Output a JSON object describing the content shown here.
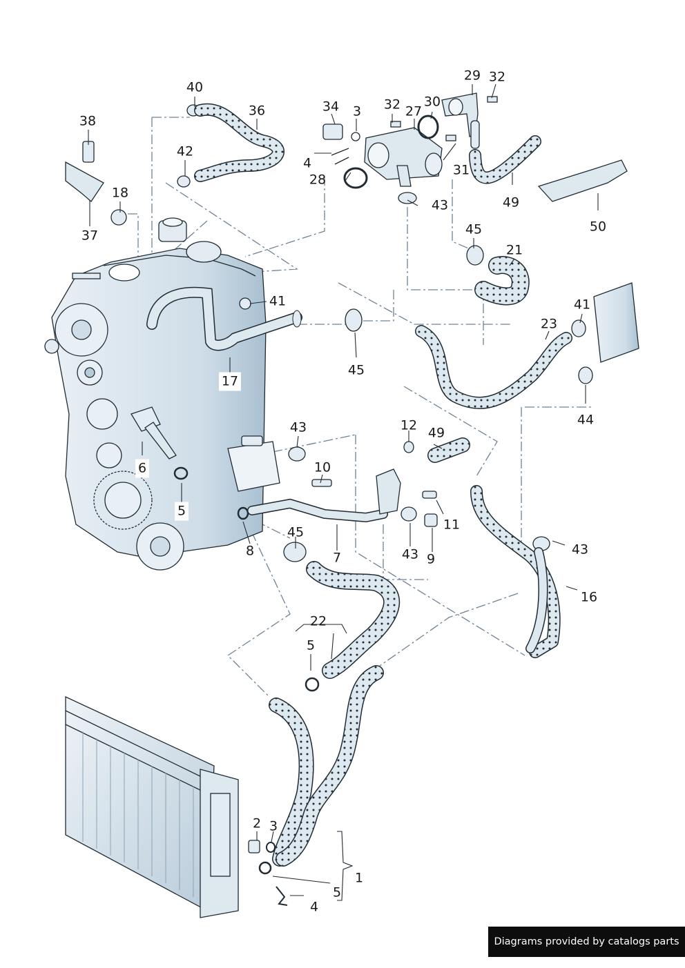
{
  "colors": {
    "background": "#ffffff",
    "part_fill": "#dde8ef",
    "part_shadow": "#b7ccd9",
    "outline": "#1f2a33",
    "leader_line": "#6d8296",
    "credit_background": "#0d0d0d",
    "credit_text": "#ffffff"
  },
  "callouts": [
    "40",
    "36",
    "34",
    "3",
    "32",
    "27",
    "30",
    "29",
    "32",
    "31",
    "4",
    "28",
    "38",
    "42",
    "18",
    "37",
    "43",
    "49",
    "50",
    "45",
    "21",
    "41",
    "41",
    "23",
    "17",
    "45",
    "44",
    "43",
    "12",
    "49",
    "6",
    "10",
    "5",
    "11",
    "8",
    "45",
    "7",
    "43",
    "9",
    "43",
    "16",
    "22",
    "5",
    "2",
    "3",
    "1",
    "5",
    "4"
  ],
  "credit_text": "Diagrams provided by catalogs parts"
}
